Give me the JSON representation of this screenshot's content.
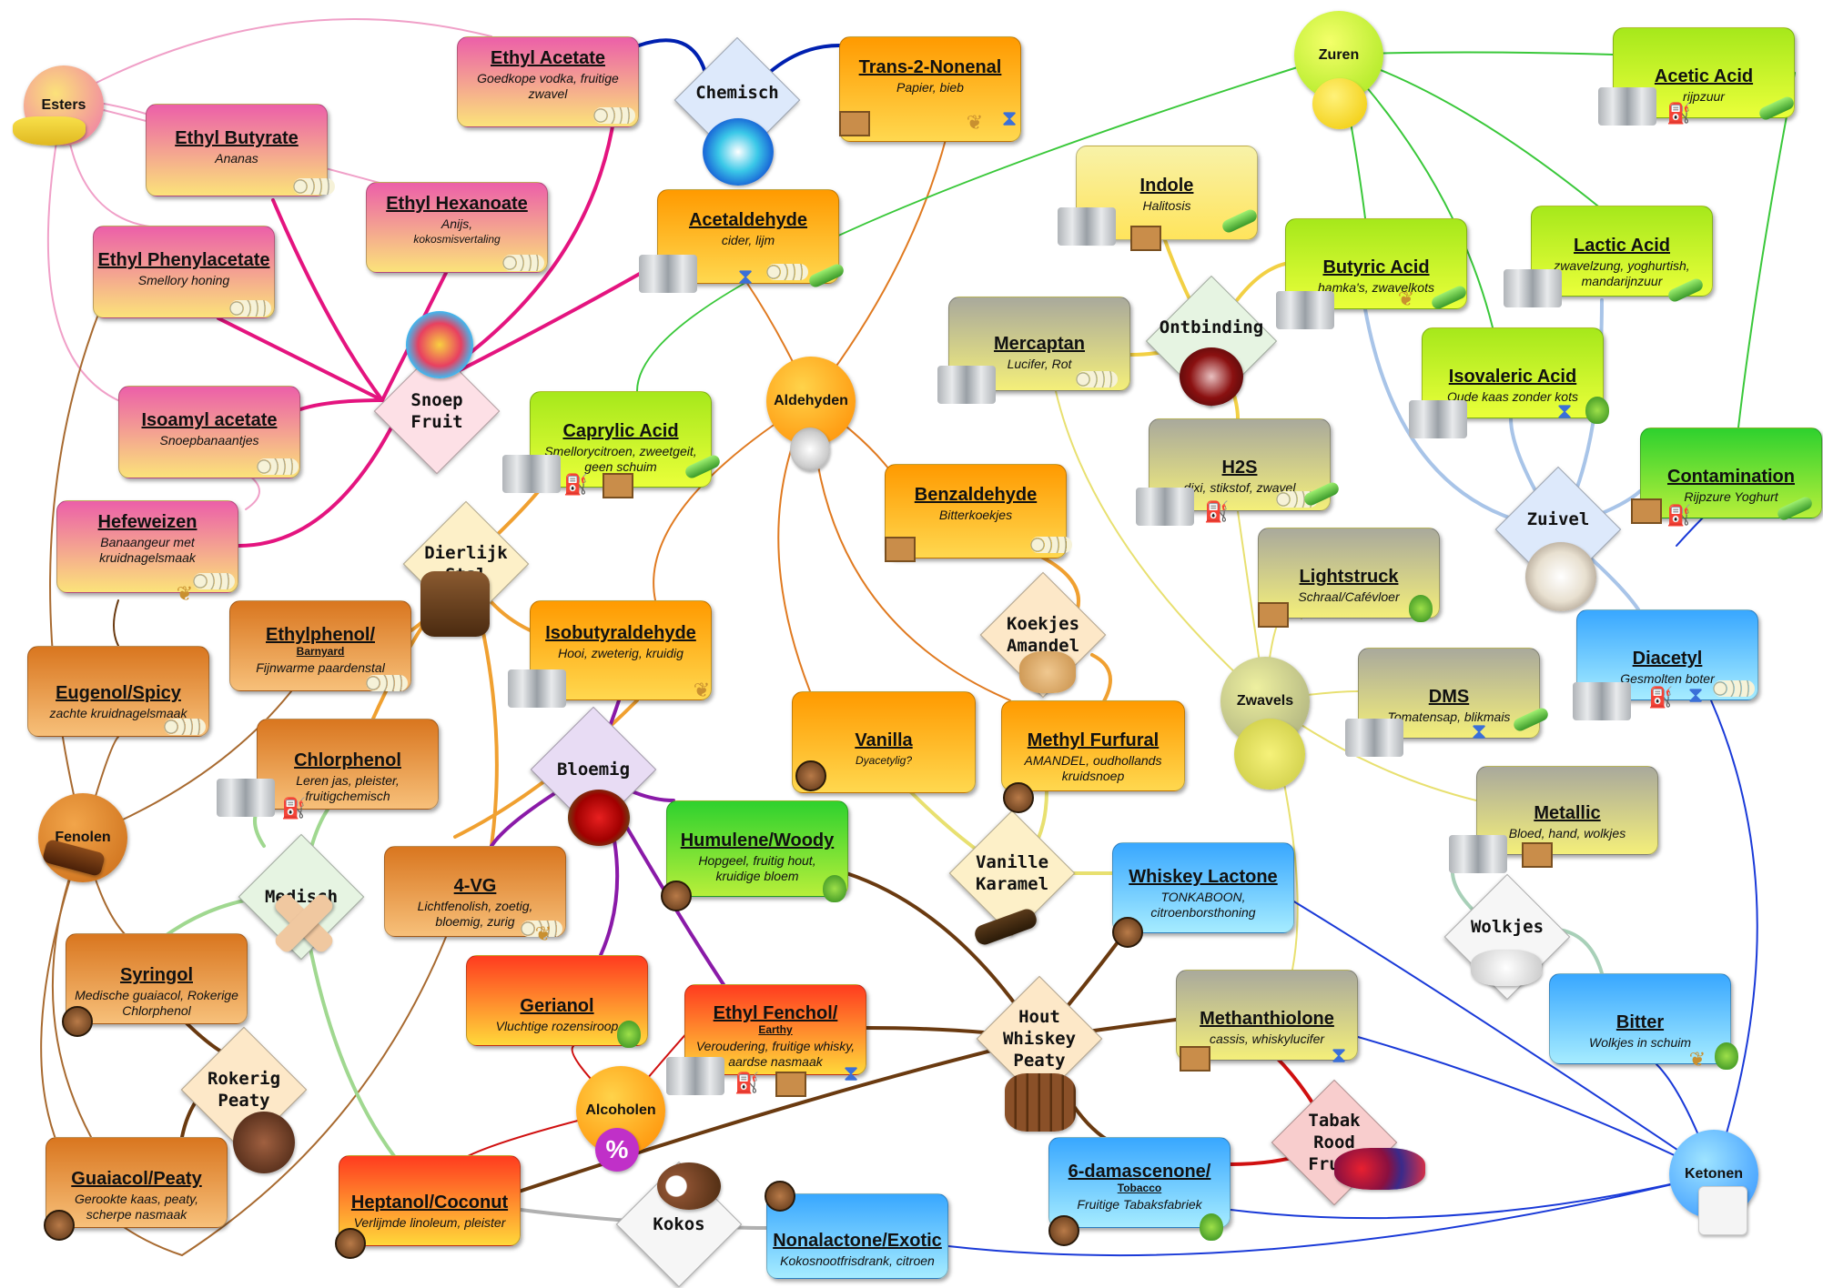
{
  "colors": {
    "pink": "#e4147f",
    "pink_light": "#f0a0c8",
    "navy": "#0020b0",
    "orange": "#f0a030",
    "orange_dark": "#e07a20",
    "lemon": "#f2d044",
    "yellow": "#e8e070",
    "purple": "#8a1aa8",
    "brown": "#6a3a10",
    "brown_light": "#a86a30",
    "green": "#3ac83a",
    "lightgreen": "#a0d890",
    "lightblue": "#a8c4e8",
    "blue": "#1a3ad8",
    "red": "#d01010",
    "gray": "#b0b0b0",
    "seafoam": "#a8d0b8"
  },
  "hubs": {
    "esters": "Esters",
    "aldehyden": "Aldehyden",
    "zuren": "Zuren",
    "fenolen": "Fenolen",
    "zwavels": "Zwavels",
    "alcoholen": "Alcoholen",
    "ketonen": "Ketonen"
  },
  "groups": {
    "chemisch": "Chemisch",
    "snoep": "Snoep\nFruit",
    "dierlijk": "Dierlijk\nStal",
    "bloemig": "Bloemig",
    "medisch": "Medisch",
    "rokerig": "Rokerig\nPeaty",
    "koekjes": "Koekjes\nAmandel",
    "vanille": "Vanille\nKaramel",
    "hout": "Hout\nWhiskey\nPeaty",
    "kokos": "Kokos",
    "ontbinding": "Ontbinding",
    "zuivel": "Zuivel",
    "wolkjes": "Wolkjes",
    "tabak": "Tabak\nRood\nFruit"
  },
  "nodes": {
    "ethyl_acetate": {
      "title": "Ethyl Acetate",
      "desc": "Goedkope vodka, fruitige zwavel"
    },
    "ethyl_butyrate": {
      "title": "Ethyl Butyrate",
      "desc": "Ananas"
    },
    "ethyl_hexanoate": {
      "title": "Ethyl Hexanoate",
      "desc": "Anijs,",
      "desc2": "kokosmisvertaling"
    },
    "ethyl_phenylacetate": {
      "title": "Ethyl Phenylacetate",
      "desc": "Smellory honing"
    },
    "isoamyl_acetate": {
      "title": "Isoamyl acetate",
      "desc": "Snoepbanaantjes"
    },
    "hefeweizen": {
      "title": "Hefeweizen",
      "desc": "Banaangeur met kruidnagelsmaak"
    },
    "trans2": {
      "title": "Trans-2-Nonenal",
      "desc": "Papier, bieb"
    },
    "acetaldehyde": {
      "title": "Acetaldehyde",
      "desc": "cider, lijm"
    },
    "caprylic": {
      "title": "Caprylic Acid",
      "desc": "Smellorycitroen, zweetgeit, geen schuim"
    },
    "benzaldehyde": {
      "title": "Benzaldehyde",
      "desc": "Bitterkoekjes"
    },
    "isobutyraldehyde": {
      "title": "Isobutyraldehyde",
      "desc": "Hooi, zweterig, kruidig"
    },
    "ethylphenol": {
      "title": "Ethylphenol/",
      "sub": "Barnyard",
      "desc": "Fijnwarme paardenstal"
    },
    "eugenol": {
      "title": "Eugenol/Spicy",
      "desc": "zachte kruidnagelsmaak"
    },
    "chlorphenol": {
      "title": "Chlorphenol",
      "desc": "Leren jas, pleister, fruitigchemisch"
    },
    "syringol": {
      "title": "Syringol",
      "desc": "Medische guaiacol, Rokerige Chlorphenol"
    },
    "guaiacol": {
      "title": "Guaiacol/Peaty",
      "desc": "Gerookte kaas, peaty, scherpe nasmaak"
    },
    "fourvg": {
      "title": "4-VG",
      "desc": "Lichtfenolish, zoetig, bloemig, zurig"
    },
    "vanilla": {
      "title": "Vanilla",
      "desc": "Dyacetylig?"
    },
    "methylfurfural": {
      "title": "Methyl Furfural",
      "desc": "AMANDEL, oudhollands kruidsnoep"
    },
    "humulene": {
      "title": "Humulene/Woody",
      "desc": "Hopgeel, fruitig hout, kruidige bloem"
    },
    "geraniol": {
      "title": "Gerianol",
      "desc": "Vluchtige rozensiroop"
    },
    "fenchol": {
      "title": "Ethyl Fenchol/",
      "sub": "Earthy",
      "desc": "Veroudering, fruitige whisky, aardse nasmaak"
    },
    "heptanol": {
      "title": "Heptanol/Coconut",
      "desc": "Verlijmde linoleum, pleister"
    },
    "nonalactone": {
      "title": "Nonalactone/Exotic",
      "desc": "Kokosnootfrisdrank, citroen"
    },
    "indole": {
      "title": "Indole",
      "desc": "Halitosis"
    },
    "mercaptan": {
      "title": "Mercaptan",
      "desc": "Lucifer, Rot"
    },
    "h2s": {
      "title": "H2S",
      "desc": "dixi, stikstof, zwavel"
    },
    "lightstruck": {
      "title": "Lightstruck",
      "desc": "Schraal/Cafévloer"
    },
    "dms": {
      "title": "DMS",
      "desc": "Tomatensap, blikmais"
    },
    "metallic": {
      "title": "Metallic",
      "desc": "Bloed, hand, wolkjes"
    },
    "whiskey_lactone": {
      "title": "Whiskey Lactone",
      "desc": "TONKABOON, citroenborsthoning"
    },
    "methanthiolone": {
      "title": "Methanthiolone",
      "desc": "cassis, whiskylucifer"
    },
    "damascenone": {
      "title": "6-damascenone/",
      "sub": "Tobacco",
      "desc": "Fruitige Tabaksfabriek"
    },
    "butyric": {
      "title": "Butyric Acid",
      "desc": "hamka's, zwavelkots"
    },
    "lactic": {
      "title": "Lactic Acid",
      "desc": "zwavelzung, yoghurtish, mandarijnzuur"
    },
    "isovaleric": {
      "title": "Isovaleric Acid",
      "desc": "Oude kaas zonder kots"
    },
    "acetic": {
      "title": "Acetic Acid",
      "desc": "rijpzuur"
    },
    "contamination": {
      "title": "Contamination",
      "desc": "Rijpzure Yoghurt"
    },
    "diacetyl": {
      "title": "Diacetyl",
      "desc": "Gesmolten boter"
    },
    "bitter": {
      "title": "Bitter",
      "desc": "Wolkjes in schuim"
    }
  },
  "icons": {
    "coins": "coins-icon",
    "box": "box-icon",
    "barrel": "barrel-icon",
    "machine": "brewing-equipment-icon",
    "hop": "hop-icon",
    "wheat": "wheat-icon",
    "hourglass": "hourglass-icon",
    "spray": "spray-bottle-icon",
    "bacteria": "bacteria-icon"
  }
}
